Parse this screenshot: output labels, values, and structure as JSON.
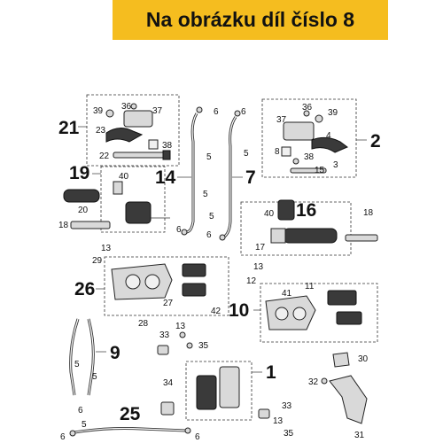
{
  "banner": {
    "text": "Na obrázku díl číslo 8"
  },
  "colors": {
    "banner": "#f5bd1f",
    "line": "#333333"
  },
  "labels": {
    "l21": "21",
    "l2": "2",
    "l19": "19",
    "l14": "14",
    "l7": "7",
    "l16": "16",
    "l26": "26",
    "l10": "10",
    "l9": "9",
    "l1": "1",
    "l25": "25",
    "s39a": "39",
    "s36a": "36",
    "s37a": "37",
    "s23": "23",
    "s38a": "38",
    "s22": "22",
    "s6a": "6",
    "s6b": "6",
    "s5a": "5",
    "s5b": "5",
    "s37b": "37",
    "s36b": "36",
    "s39b": "39",
    "s4": "4",
    "s8": "8",
    "s38b": "38",
    "s3": "3",
    "s15": "15",
    "s40a": "40",
    "s20": "20",
    "s18a": "18",
    "s5c": "5",
    "s6c": "6",
    "s5d": "5",
    "s6d": "6",
    "s40b": "40",
    "s18b": "18",
    "s17": "17",
    "s13a": "13",
    "s29": "29",
    "s27": "27",
    "s42": "42",
    "s28": "28",
    "s13b": "13",
    "s12": "12",
    "s41": "41",
    "s11": "11",
    "s33a": "33",
    "s13c": "13",
    "s35a": "35",
    "s5e": "5",
    "s5f": "5",
    "s6e": "6",
    "s34": "34",
    "s33b": "33",
    "s13d": "13",
    "s35b": "35",
    "s30": "30",
    "s32": "32",
    "s31": "31",
    "s6f": "6",
    "s5g": "5",
    "s6g": "6"
  }
}
